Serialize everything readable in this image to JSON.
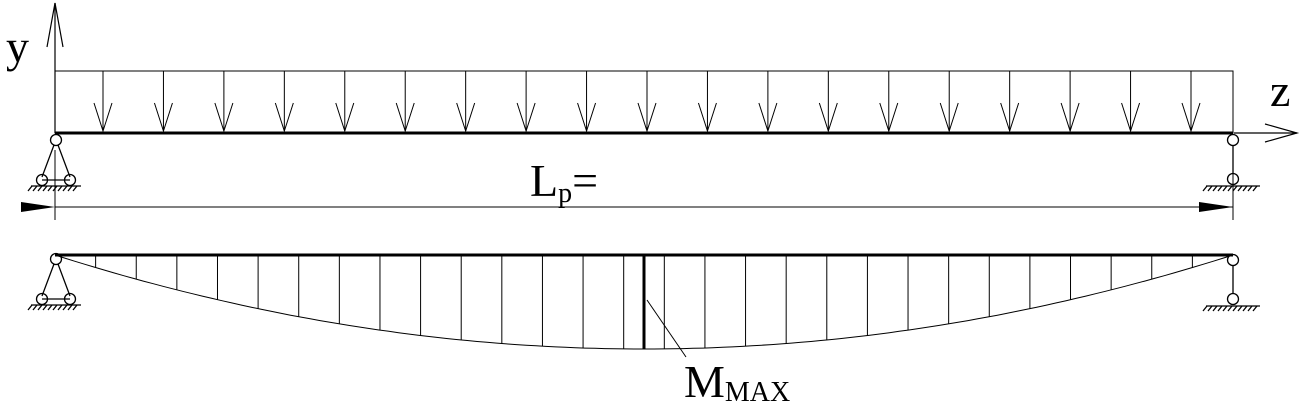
{
  "axes": {
    "y_label": "y",
    "z_label": "z"
  },
  "load": {
    "arrow_count": 19
  },
  "span": {
    "label_main": "L",
    "label_sub": "p",
    "label_suffix": "="
  },
  "moment": {
    "label_main": "M",
    "label_sub": "MAX",
    "ordinate_count": 28
  },
  "colors": {
    "ink": "#000000",
    "background": "#ffffff"
  }
}
